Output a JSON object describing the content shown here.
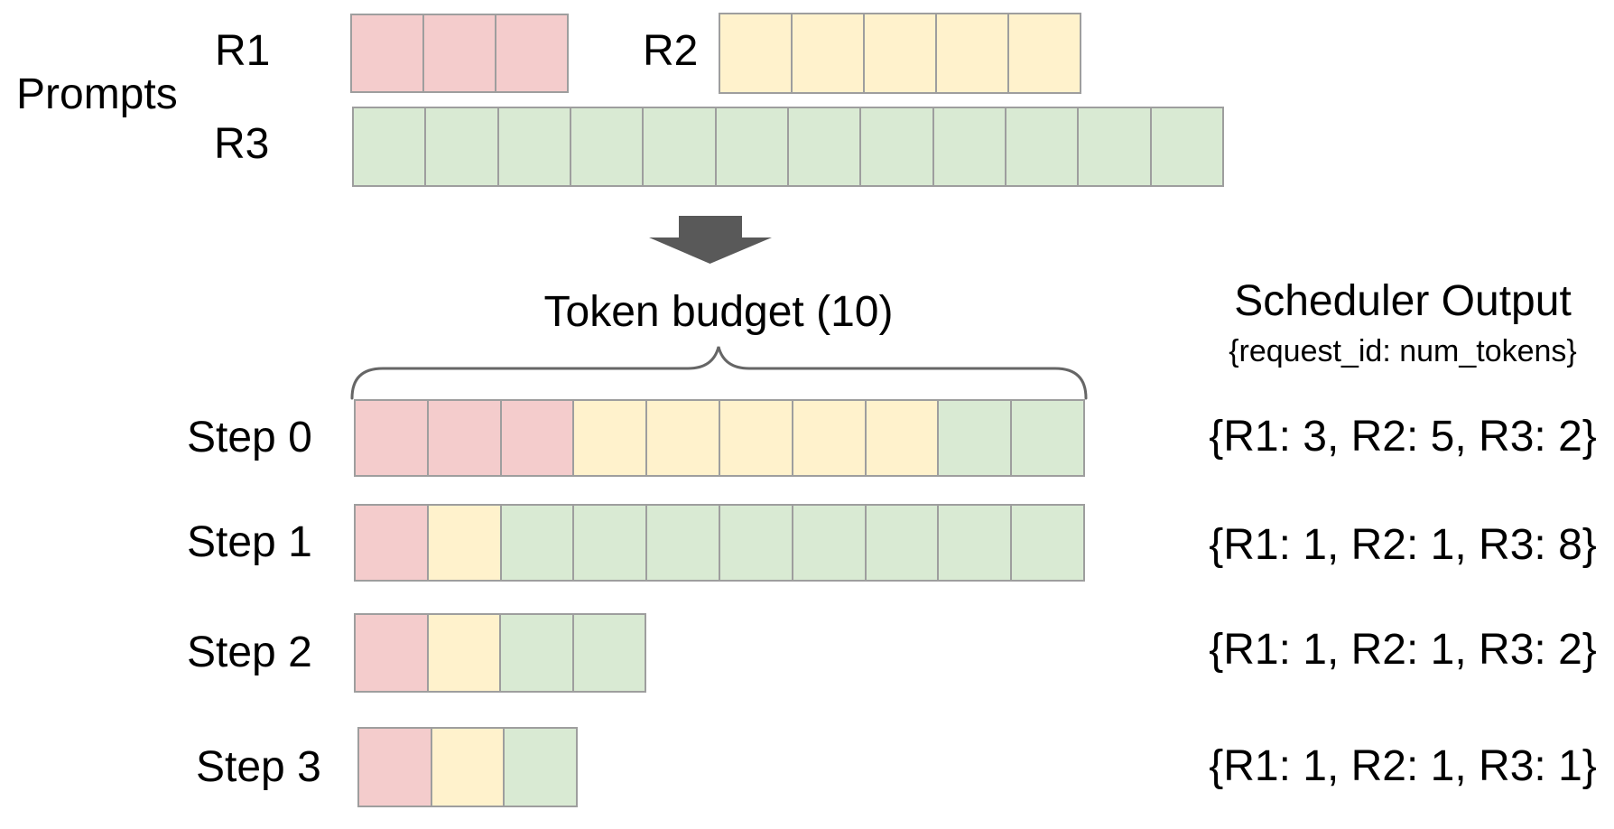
{
  "labels": {
    "prompts": "Prompts",
    "r1": "R1",
    "r2": "R2",
    "r3": "R3",
    "token_budget": "Token budget (10)"
  },
  "scheduler": {
    "title": "Scheduler Output",
    "subtitle": "{request_id: num_tokens}"
  },
  "steps": [
    {
      "label": "Step 0",
      "output": "{R1: 3, R2: 5, R3: 2}"
    },
    {
      "label": "Step 1",
      "output": "{R1: 1, R2: 1, R3: 8}"
    },
    {
      "label": "Step 2",
      "output": "{R1: 1, R2: 1, R3: 2}"
    },
    {
      "label": "Step 3",
      "output": "{R1: 1, R2: 1, R3: 1}"
    }
  ],
  "colors": {
    "r1": "#f4cccc",
    "r2": "#fff2cc",
    "r3": "#d9ead3",
    "cell_border": "#9e9e9e",
    "arrow": "#595959",
    "brace": "#666666"
  },
  "rows": {
    "r1": {
      "request": "R1",
      "segments": [
        {
          "color": "r1",
          "count": 3
        }
      ]
    },
    "r2": {
      "request": "R2",
      "segments": [
        {
          "color": "r2",
          "count": 5
        }
      ]
    },
    "r3": {
      "request": "R3",
      "segments": [
        {
          "color": "r3",
          "count": 12
        }
      ]
    },
    "step0": {
      "segments": [
        {
          "color": "r1",
          "count": 3
        },
        {
          "color": "r2",
          "count": 5
        },
        {
          "color": "r3",
          "count": 2
        }
      ]
    },
    "step1": {
      "segments": [
        {
          "color": "r1",
          "count": 1
        },
        {
          "color": "r2",
          "count": 1
        },
        {
          "color": "r3",
          "count": 8
        }
      ]
    },
    "step2": {
      "segments": [
        {
          "color": "r1",
          "count": 1
        },
        {
          "color": "r2",
          "count": 1
        },
        {
          "color": "r3",
          "count": 2
        }
      ]
    },
    "step3": {
      "segments": [
        {
          "color": "r1",
          "count": 1
        },
        {
          "color": "r2",
          "count": 1
        },
        {
          "color": "r3",
          "count": 1
        }
      ]
    }
  }
}
